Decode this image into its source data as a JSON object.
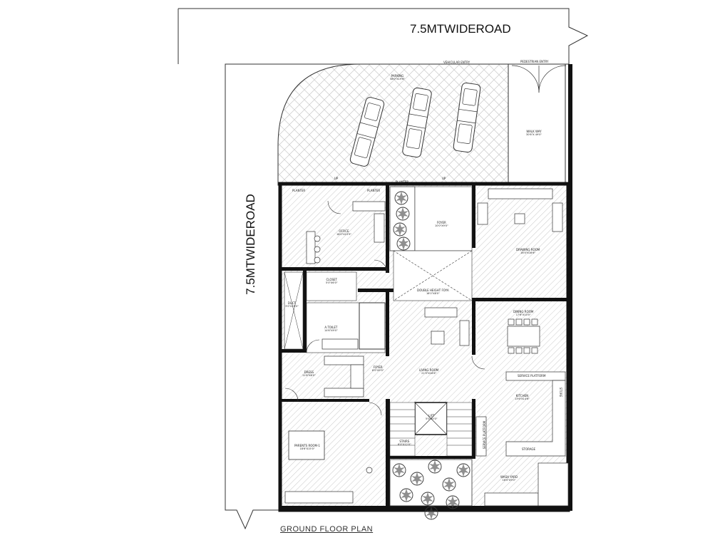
{
  "drawing": {
    "title": "GROUND FLOOR PLAN",
    "road_top": "7.5MTWIDEROAD",
    "road_left": "7.5MTWIDEROAD"
  },
  "labels": {
    "vehicular_entry": "VEHICULAR ENTRY",
    "pedestrian_entry": "PEDESTRIAN ENTRY",
    "parking": "PARKING",
    "parking_dim": "58'0\"X19'6\"",
    "walkway": "WALK WAY",
    "walkway_dim": "30'6\"X 49'0\"",
    "planter_1": "PLANTER",
    "planter_2": "PLANTER",
    "planter_3": "PLANTER",
    "up_1": "UP",
    "up_2": "UP",
    "office": "OFFICE",
    "office_dim": "18'0\"X15'9\"",
    "foyer_top": "FOYER",
    "foyer_top_dim": "10'0\"X9'0\"",
    "drawing_room": "DRAWING ROOM",
    "drawing_room_dim": "18'0\"X16'6\"",
    "closet": "CLOSET",
    "closet_dim": "5'0\"X6'0\"",
    "double_height": "DOUBLE HEIGHT FOYA",
    "double_height_dim": "16'0\"X8'0\"",
    "duct": "DUCT",
    "duct_dim": "3'0\"X16'0\"",
    "toilet": "A.TOILET",
    "toilet_dim": "14'6\"X9'0\"",
    "dining_room": "DINING ROOM",
    "dining_room_dim": "17'6\"X10'0\"",
    "dress": "DRESS",
    "dress_dim": "11'6\"X8'0\"",
    "foyer_mid": "FOYER",
    "foyer_mid_dim": "6'0\"X9'0\"",
    "living_room": "LIVING ROOM",
    "living_room_dim": "21'0\"X16'6\"",
    "service_platform_top": "SERVICE PLATFORM",
    "kitchen": "KITCHEN",
    "kitchen_dim": "13'6\"X14'6\"",
    "store": "STORE",
    "lift": "LIFT",
    "lift_dim": "5'0\"X5'0\"",
    "stairs": "STAIRS",
    "stairs_dim": "6'0\"X12'0\"",
    "service_platform_side": "SERVICE PLATFORM",
    "storage": "STORAGE",
    "parents_room": "PARENTS ROOM-1",
    "parents_room_dim": "18'6\"X15'0\"",
    "wash_yard": "WASH YARD",
    "wash_yard_dim": "16'0\"X9'0\""
  },
  "colors": {
    "wall": "#111111",
    "hatch": "#b8b8b8",
    "paving": "#c9c9c9",
    "tree": "#333333",
    "background": "#ffffff"
  }
}
